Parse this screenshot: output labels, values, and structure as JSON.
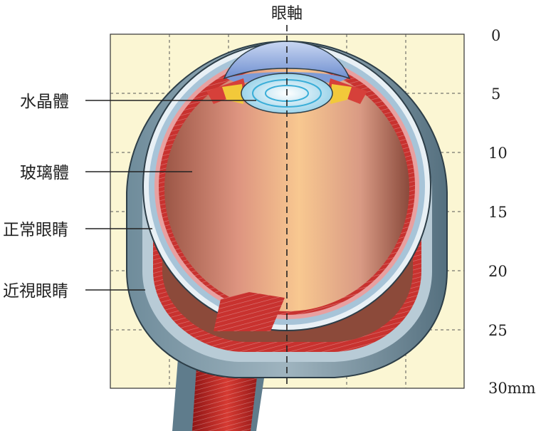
{
  "axis_title": "眼軸",
  "scale": {
    "ticks": [
      "0",
      "5",
      "10",
      "15",
      "20",
      "25",
      "30mm"
    ]
  },
  "labels": {
    "lens": "水晶體",
    "vitreous": "玻璃體",
    "normal_eye": "正常眼睛",
    "myopic_eye": "近視眼睛"
  },
  "colors": {
    "background_panel": "#fbf6d3",
    "sclera": "#5f7c8c",
    "choroid": "#c8322f",
    "vitreous_center": "#f6c48f",
    "vitreous_edge": "#a55c4b",
    "cornea": "#9fb6e0",
    "lens": "#cdeaf4",
    "optic_nerve": "#b9201f"
  }
}
